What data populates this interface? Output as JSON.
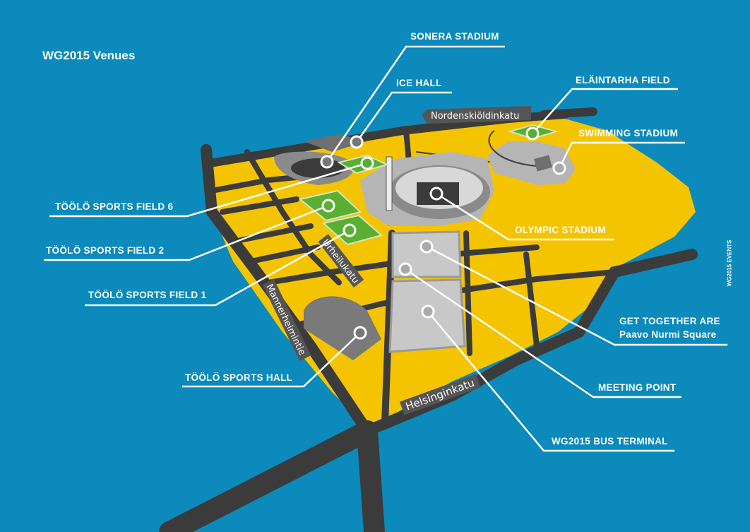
{
  "title": "WG2015 Venues",
  "credit": "WG2015 EVENTS",
  "colors": {
    "water": "#0b8abb",
    "land": "#f5c400",
    "road": "#3b3b3b",
    "field": "#5aae32",
    "plaza": "#b5b5b5"
  },
  "streets": [
    "Nordenskiöldinkatu",
    "Urheilukatu",
    "Mannerheimintie",
    "Helsinginkatu"
  ],
  "venues": [
    {
      "name": "SONERA STADIUM"
    },
    {
      "name": "ICE HALL"
    },
    {
      "name": "ELÄINTARHA FIELD"
    },
    {
      "name": "SWIMMING STADIUM"
    },
    {
      "name": "TÖÖLÖ SPORTS FIELD 6"
    },
    {
      "name": "TÖÖLÖ SPORTS FIELD 2"
    },
    {
      "name": "TÖÖLÖ SPORTS FIELD 1"
    },
    {
      "name": "TÖÖLÖ SPORTS HALL"
    },
    {
      "name": "OLYMPIC STADIUM"
    },
    {
      "name": "GET TOGETHER ARE",
      "sub": "Paavo Nurmi Square"
    },
    {
      "name": "MEETING POINT"
    },
    {
      "name": "WG2015 BUS TERMINAL"
    }
  ]
}
